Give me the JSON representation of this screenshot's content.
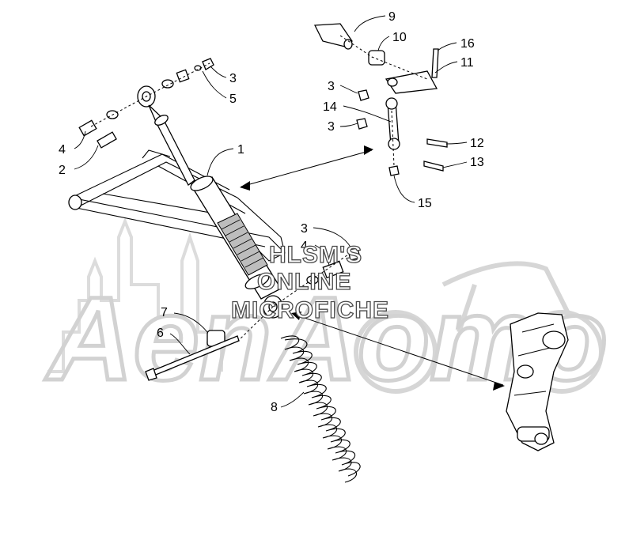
{
  "watermark": {
    "logo_text": "AenAomo",
    "lines": [
      "HLSM'S",
      "ONLINE",
      "MICROFICHE"
    ]
  },
  "callouts": [
    "9",
    "10",
    "16",
    "11",
    "3",
    "5",
    "3",
    "14",
    "3",
    "12",
    "13",
    "15",
    "1",
    "4",
    "2",
    "3",
    "4",
    "7",
    "6",
    "8"
  ]
}
